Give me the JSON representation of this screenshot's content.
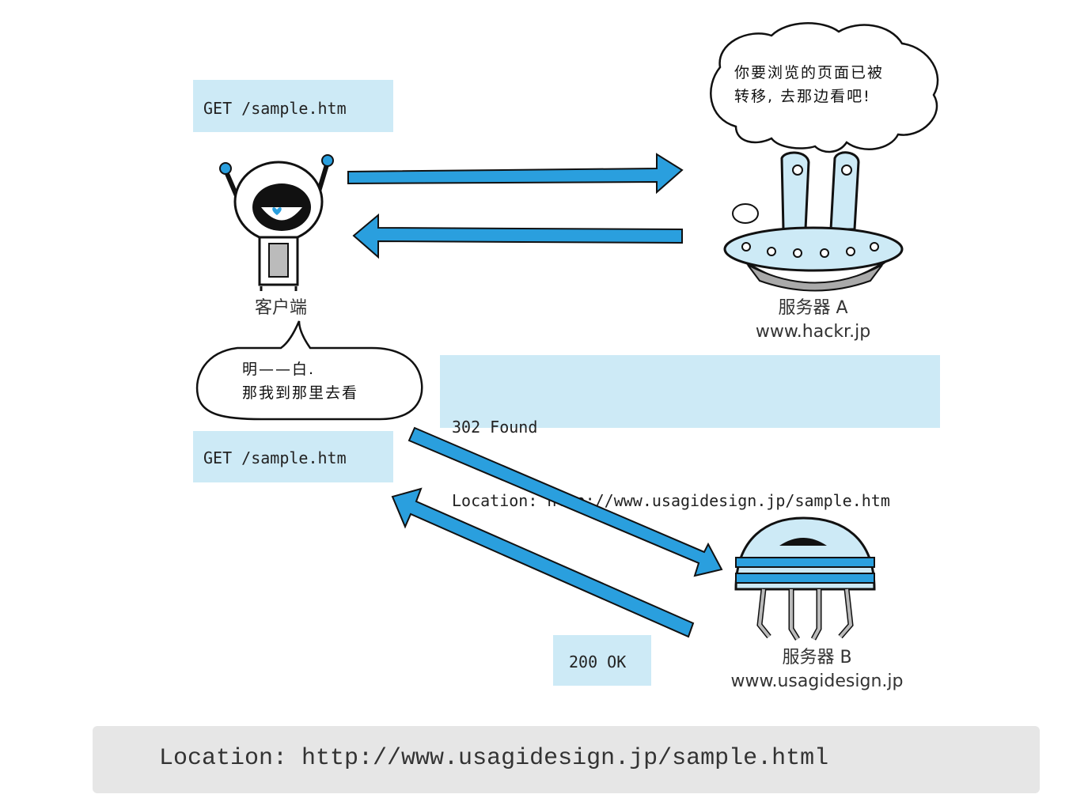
{
  "colors": {
    "arrow": "#2a9fde",
    "label_bg": "#cdeaf6",
    "footer_bg": "#e6e6e6"
  },
  "requests": {
    "first_get": "GET /sample.htm",
    "redirect_status": "302 Found",
    "redirect_location": "Location: http://www.usagidesign.jp/sample.htm",
    "second_get": "GET /sample.htm",
    "final_status": "200 OK"
  },
  "client": {
    "label": "客户端",
    "speech_line1": "明——白.",
    "speech_line2": "那我到那里去看"
  },
  "server_a": {
    "label": "服务器 A",
    "host": "www.hackr.jp",
    "speech_line1": "你要浏览的页面已被",
    "speech_line2": "转移, 去那边看吧!"
  },
  "server_b": {
    "label": "服务器 B",
    "host": "www.usagidesign.jp"
  },
  "footer": {
    "text": "Location: http://www.usagidesign.jp/sample.html"
  }
}
